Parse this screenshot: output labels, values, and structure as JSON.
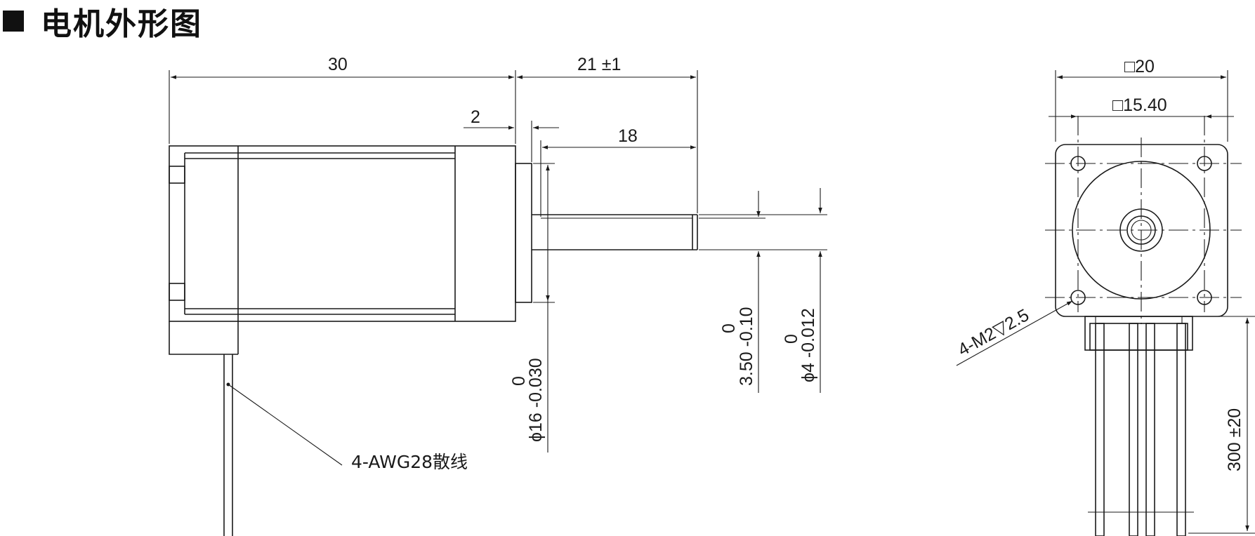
{
  "header": {
    "title": "电机外形图",
    "icon": "filled-square-icon"
  },
  "side_view": {
    "dim_length": "30",
    "dim_shaft_total": "21 ±1",
    "dim_boss": "2",
    "dim_shaft_flat": "18",
    "dim_boss_dia_upper": "0",
    "dim_boss_dia": "ϕ16 -0.030",
    "dim_flat_upper": "0",
    "dim_flat": "3.50 -0.10",
    "dim_shaft_dia_upper": "0",
    "dim_shaft_dia": "ϕ4 -0.012",
    "lead_label": "4-AWG28散线"
  },
  "front_view": {
    "dim_square": "□20",
    "dim_hole_pitch": "□15.40",
    "dim_holes": "4-M2▽2.5",
    "dim_lead_length": "300 ±20"
  }
}
